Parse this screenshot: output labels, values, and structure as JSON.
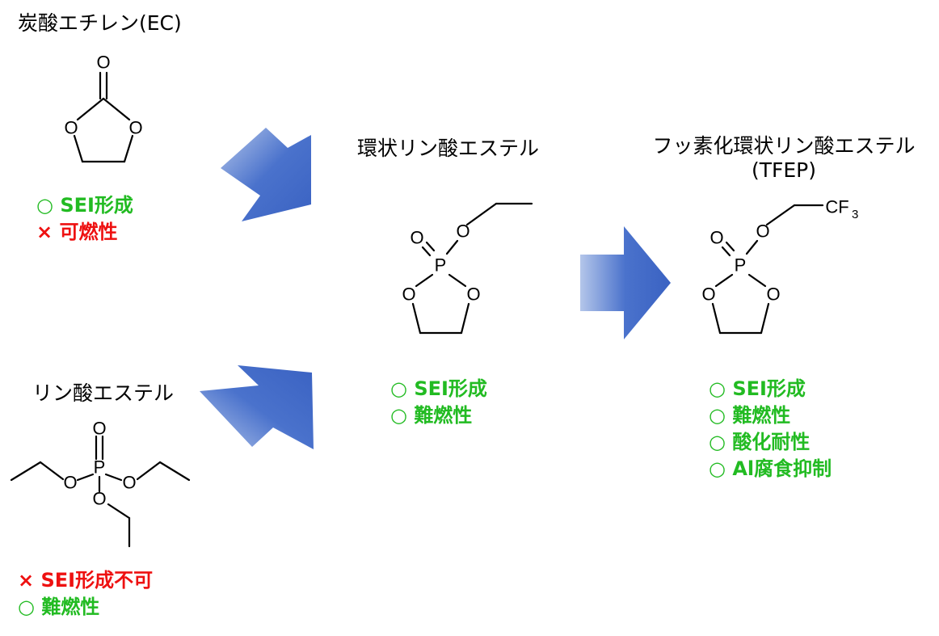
{
  "colors": {
    "good": "#22bb22",
    "bad": "#ee1111",
    "arrow": "#3a62c2"
  },
  "ec": {
    "title": "炭酸エチレン(EC)",
    "props": [
      {
        "mark": "○",
        "text": "SEI形成"
      },
      {
        "mark": "×",
        "text": "可燃性"
      }
    ]
  },
  "phosphate": {
    "title": "リン酸エステル",
    "props": [
      {
        "mark": "×",
        "text": "SEI形成不可"
      },
      {
        "mark": "○",
        "text": "難燃性"
      }
    ]
  },
  "cyclic": {
    "title": "環状リン酸エステル",
    "props": [
      {
        "mark": "○",
        "text": "SEI形成"
      },
      {
        "mark": "○",
        "text": "難燃性"
      }
    ]
  },
  "tfep": {
    "title_line1": "フッ素化環状リン酸エステル",
    "title_line2": "(TFEP)",
    "props": [
      {
        "mark": "○",
        "text": "SEI形成"
      },
      {
        "mark": "○",
        "text": "難燃性"
      },
      {
        "mark": "○",
        "text": "酸化耐性"
      },
      {
        "mark": "○",
        "text": "Al腐食抑制"
      }
    ]
  },
  "atoms": {
    "O": "O",
    "P": "P",
    "CF": "CF",
    "sub3": "3"
  }
}
